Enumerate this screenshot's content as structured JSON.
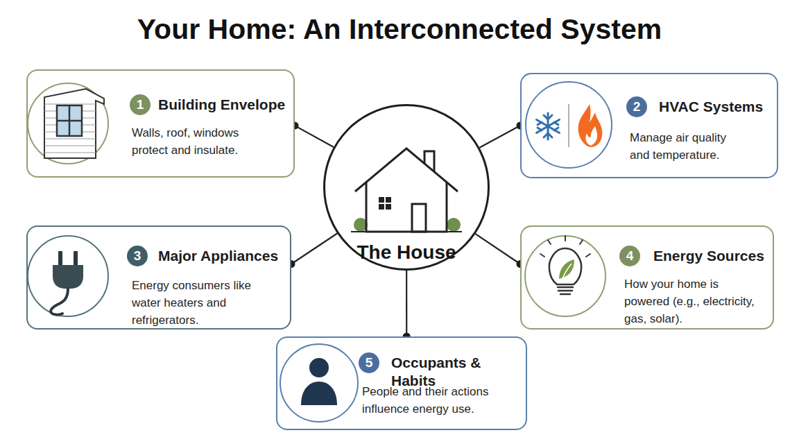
{
  "diagram": {
    "title": "Your Home: An Interconnected System",
    "nodes": [
      {
        "text": [
          "Building Envelope",
          "Walls, roof, windows protect and insulate."
        ]
      },
      {
        "text": [
          "1"
        ],
        "in": 0
      },
      {
        "text": [
          "HVAC Systems",
          "Manage air quality and temperature."
        ]
      },
      {
        "text": [
          "2"
        ],
        "in": 2
      },
      {
        "text": [
          "The House"
        ]
      },
      {
        "text": [
          "Major Appliances",
          "Energy consumers like water heaters and refrigerators."
        ]
      },
      {
        "text": [
          "3"
        ],
        "in": 5
      },
      {
        "text": [
          "Energy Sources",
          "How your home is powered (e.g., electricity, gas, solar)."
        ]
      },
      {
        "text": [
          "4"
        ],
        "in": 7
      },
      {
        "text": [
          "Occupants & Habits",
          "People and their actions influence energy use."
        ]
      },
      {
        "text": [
          "5"
        ],
        "in": 9
      }
    ],
    "edges": [
      {
        "from": 4,
        "to": 0,
        "arrow": "none"
      },
      {
        "from": 4,
        "to": 2,
        "arrow": "none"
      },
      {
        "from": 4,
        "to": 5,
        "arrow": "none"
      },
      {
        "from": 4,
        "to": 7,
        "arrow": "none"
      },
      {
        "from": 4,
        "to": 9,
        "arrow": "none"
      }
    ]
  }
}
